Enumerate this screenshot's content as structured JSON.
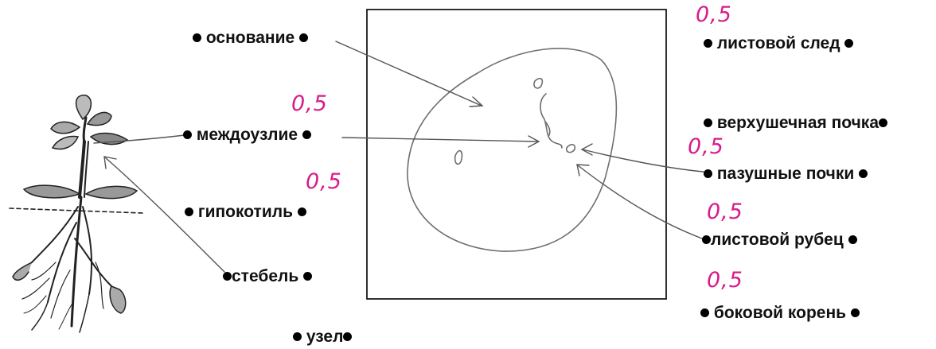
{
  "labels": {
    "osnovanie": "основание",
    "mezhdouzlie": "междоузлие",
    "gipokotil": "гипокотиль",
    "stebel": "стебель",
    "uzel": "узел",
    "listovoy_sled": "листовой след",
    "verkhushechnaya_pochka": "верхушечная почка",
    "pazushnye_pochki": "пазушные почки",
    "listovoy_rubets": "листовой рубец",
    "bokovoy_koren": "боковой корень"
  },
  "scores": {
    "s1": "0,5",
    "s2": "0,5",
    "s3": "0,5",
    "s4": "0,5",
    "s5": "0,5",
    "s6": "0,5"
  },
  "colors": {
    "label_text": "#111111",
    "score_ink": "#d81b8c",
    "pencil": "#6e6e6e",
    "frame": "#1a1a1a"
  }
}
